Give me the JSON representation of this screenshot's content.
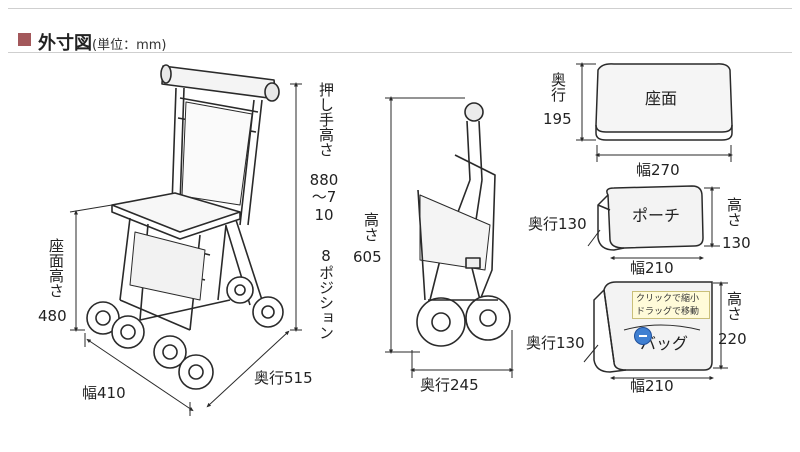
{
  "header": {
    "title": "外寸図",
    "unit": "(単位：mm)"
  },
  "front_view": {
    "handle_height_label": "押し手高さ",
    "handle_height_values": "880～710",
    "positions_label": "8ポジション",
    "seat_height_label": "座面高さ",
    "seat_height_value": "480",
    "width_label": "幅410",
    "depth_label": "奥行515"
  },
  "side_view": {
    "height_label": "高さ",
    "height_value": "605",
    "depth_label": "奥行245"
  },
  "seat": {
    "name": "座面",
    "depth_label": "奥行",
    "depth_value": "195",
    "width_label": "幅270"
  },
  "pouch": {
    "name": "ポーチ",
    "depth_label": "奥行130",
    "height_label": "高さ",
    "height_value": "130",
    "width_label": "幅210"
  },
  "bag": {
    "name": "バッグ",
    "depth_label": "奥行130",
    "height_label": "高さ",
    "height_value": "220",
    "width_label": "幅210"
  },
  "zoom_tooltip": {
    "line1": "クリックで縮小",
    "line2": "ドラッグで移動"
  },
  "colors": {
    "accent": "#a3585b",
    "line": "#2a2a2a",
    "tooltip_bg": "#fffbd9",
    "zoom_icon": "#3f7fd1"
  }
}
